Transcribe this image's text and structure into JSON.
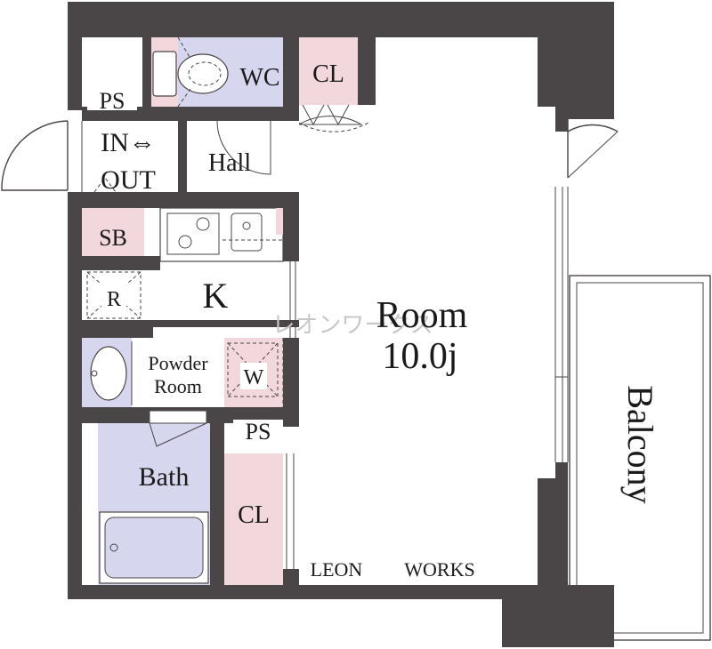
{
  "rooms": {
    "wc": "WC",
    "cl_top": "CL",
    "ps_top": "PS",
    "entry_line1": "IN⇔",
    "entry_line2": "OUT",
    "hall": "Hall",
    "sb": "SB",
    "r": "R",
    "kitchen": "K",
    "powder_line1": "Powder",
    "powder_line2": "Room",
    "washer": "W",
    "ps_mid": "PS",
    "bath": "Bath",
    "cl_bottom": "CL",
    "room_name": "Room",
    "room_size": "10.0j",
    "balcony": "Balcony"
  },
  "watermark": "レオンワークス",
  "brand": {
    "left": "LEON",
    "right": "WORKS"
  },
  "colors": {
    "wall": "#4a4547",
    "closet_pink": "#f2d7dd",
    "wet_lavender": "#d6d6ee"
  }
}
